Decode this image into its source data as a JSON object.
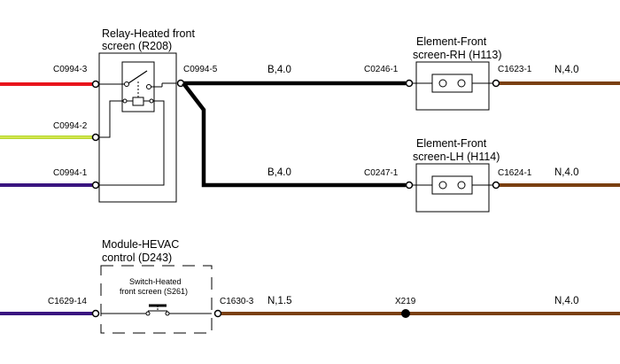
{
  "components": {
    "relay": {
      "name_line1": "Relay-Heated front",
      "name_line2": "screen (R208)"
    },
    "element_rh": {
      "name_line1": "Element-Front",
      "name_line2": "screen-RH (H113)"
    },
    "element_lh": {
      "name_line1": "Element-Front",
      "name_line2": "screen-LH (H114)"
    },
    "module": {
      "name_line1": "Module-HEVAC",
      "name_line2": "control (D243)"
    },
    "switch": {
      "name_line1": "Switch-Heated",
      "name_line2": "front screen (S261)"
    }
  },
  "connectors": {
    "c0994_3": "C0994-3",
    "c0994_2": "C0994-2",
    "c0994_1": "C0994-1",
    "c0994_5": "C0994-5",
    "c0246_1": "C0246-1",
    "c1623_1": "C1623-1",
    "c0247_1": "C0247-1",
    "c1624_1": "C1624-1",
    "c1629_14": "C1629-14",
    "c1630_3": "C1630-3",
    "x219": "X219"
  },
  "wires": {
    "b_top": "B,4.0",
    "b_bottom": "B,4.0",
    "n_rh": "N,4.0",
    "n_lh": "N,4.0",
    "n_module": "N,1.5",
    "n_bottom_right": "N,4.0"
  },
  "wire_colors": {
    "red": "#e8141c",
    "green_yellow": "#b4d62a",
    "violet": "#3a1580",
    "black": "#000000",
    "brown": "#7a4011"
  }
}
